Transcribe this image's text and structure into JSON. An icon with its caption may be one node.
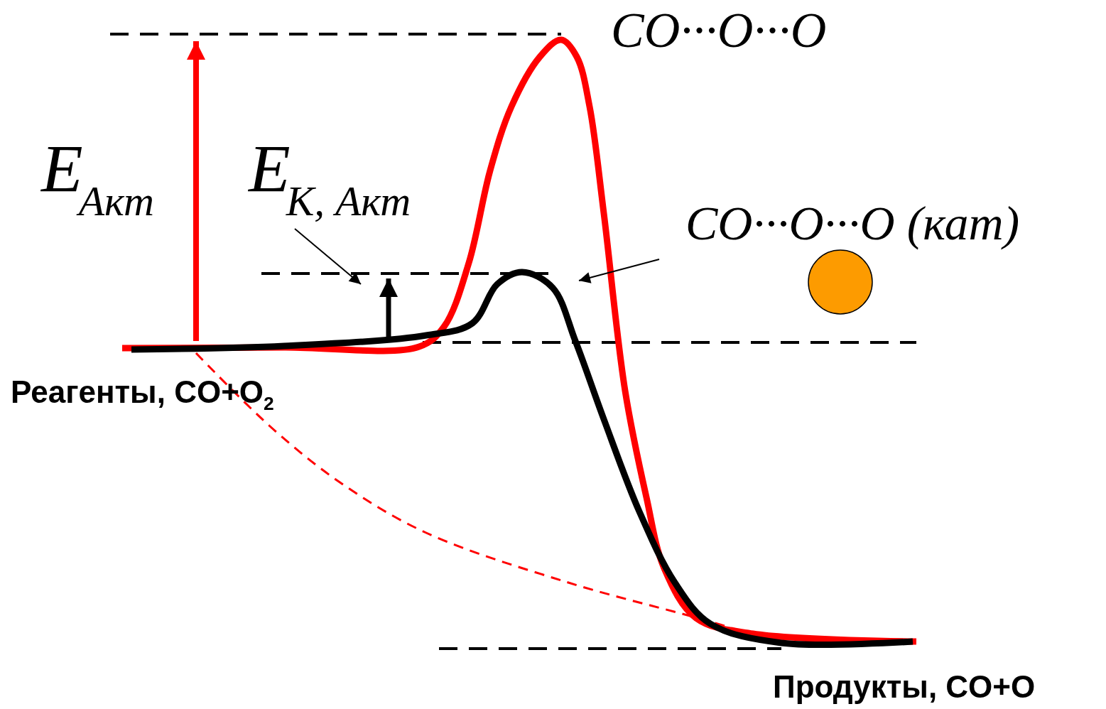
{
  "diagram": {
    "nodes": [
      {
        "text": [
          "E$_{К, Акт}$"
        ]
      },
      {
        "text": [
          "CO···O···O (кат)"
        ]
      }
    ],
    "edges": [
      {
        "from": 0,
        "to": null,
        "arrow": "to"
      },
      {
        "from": 1,
        "to": null,
        "arrow": "to"
      }
    ],
    "labels": [
      "CO···O···O",
      "E$_{Акт}$",
      "Реагенты, CO+O$_{2}$",
      "Продукты, CO+O"
    ]
  }
}
